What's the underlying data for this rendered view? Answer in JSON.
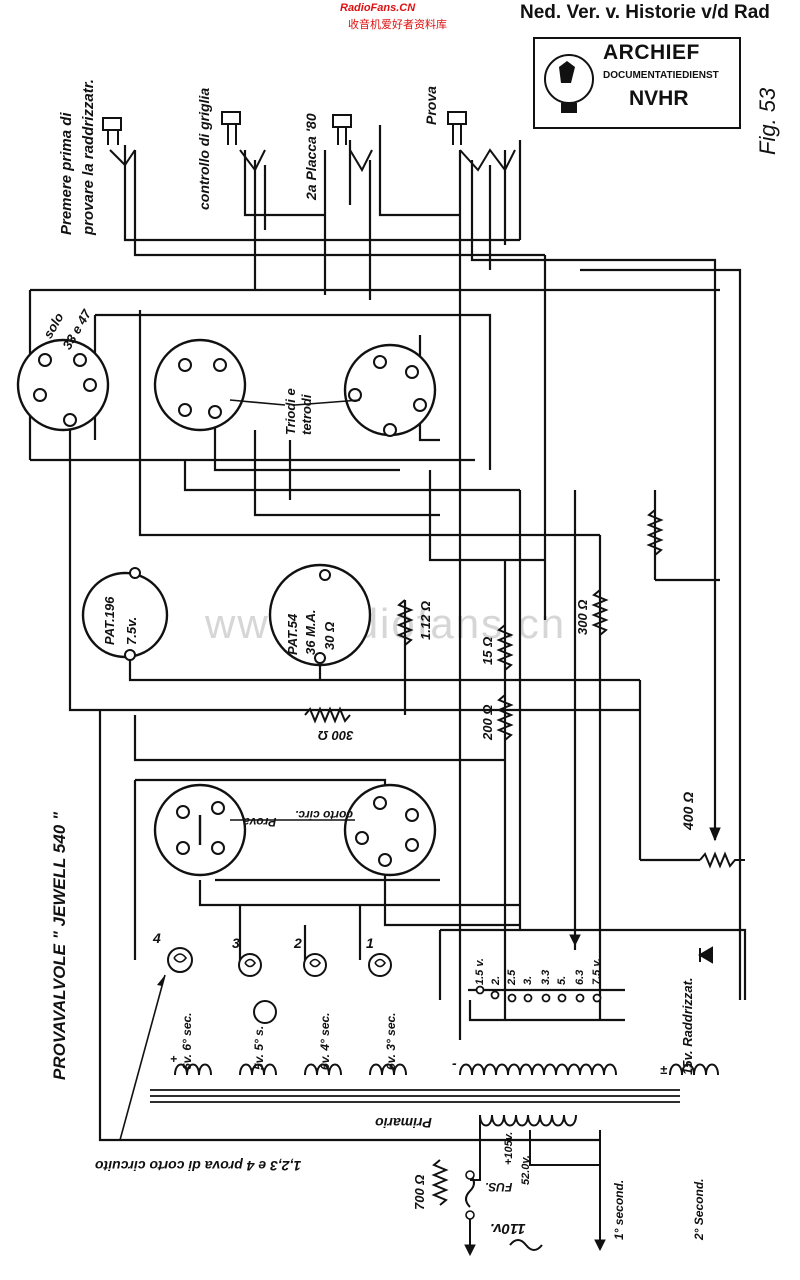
{
  "header": {
    "site": "RadioFans.CN",
    "site_cn": "收音机爱好者资料库",
    "archive_line": "Ned. Ver. v. Historie v/d Rad"
  },
  "stamp": {
    "line1": "ARCHIEF",
    "line2": "DOCUMENTATIEDIENST",
    "line3": "NVHR"
  },
  "figure_label": "Fig. 53",
  "watermark": "www.radiofans.cn",
  "title": "PROVAVALVOLE  \" JEWELL 540 \"",
  "buttons": {
    "premere_line1": "Premere prima di",
    "premere_line2": "provare la raddrizzatr.",
    "controllo": "controllo di griglia",
    "placca": "2a Placca '80",
    "prova": "Prova"
  },
  "sockets": {
    "solo_line1": "solo",
    "solo_line2": "33 e 47",
    "triodi_line1": "Triodi e",
    "triodi_line2": "tetrodi",
    "prova_corto_line1": "Prova",
    "prova_corto_line2": "corto circ."
  },
  "meters": {
    "pat196_line1": "PAT.196",
    "pat196_line2": "7.5v.",
    "pat54_line1": "PAT.54",
    "pat54_line2": "36 M.A.",
    "pat54_line3": "30 Ω"
  },
  "resistors": {
    "r112": "1.12 Ω",
    "r300a": "300 Ω",
    "r15": "15 Ω",
    "r300b": "300 Ω",
    "r200": "200 Ω",
    "r400": "400 Ω",
    "r700": "700 Ω"
  },
  "lamps": {
    "l1": "1",
    "l2": "2",
    "l3": "3",
    "l4": "4"
  },
  "windings": {
    "w4": "6v. 6° sec.",
    "w5": "5v. 5° s.",
    "w6": "6v. 4° sec.",
    "w7": "6v. 3° sec.",
    "raddr": "15v. Raddrizzat."
  },
  "taps": [
    "1.5 v.",
    "2.",
    "2.5",
    "3.",
    "3.3",
    "5.",
    "6.3",
    "7.5 v."
  ],
  "transformer": {
    "primario": "Primario",
    "t105": "+105v.",
    "t52": "52.0v.",
    "fus": "FUS.",
    "v110": "110v.",
    "sec1": "1° second.",
    "sec2": "2° Second.",
    "plus": "+",
    "minus": "-",
    "pm": "±"
  },
  "note": "1,2,3 e 4 prova di corto circuito"
}
